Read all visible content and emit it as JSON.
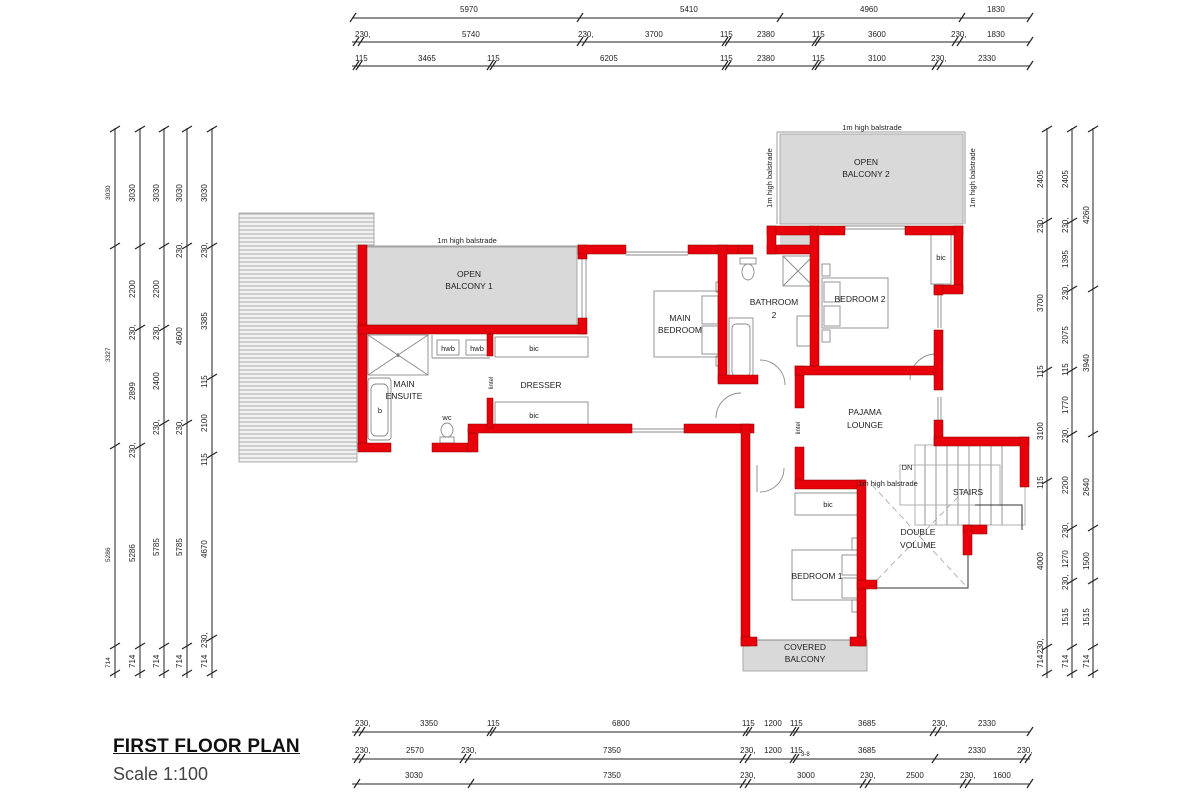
{
  "title": "FIRST FLOOR PLAN",
  "scale": "Scale 1:100",
  "colors": {
    "wall": "#e8000b",
    "balcony_fill": "#d9d9d9",
    "line": "#222222"
  },
  "rooms": {
    "open_balcony_1_a": "OPEN",
    "open_balcony_1_b": "BALCONY 1",
    "open_balcony_2_a": "OPEN",
    "open_balcony_2_b": "BALCONY 2",
    "main_bedroom_a": "MAIN",
    "main_bedroom_b": "BEDROOM",
    "bathroom_2_a": "BATHROOM",
    "bathroom_2_b": "2",
    "bedroom_2": "BEDROOM 2",
    "main_ensuite_a": "MAIN",
    "main_ensuite_b": "ENSUITE",
    "dresser": "DRESSER",
    "pajama_lounge_a": "PAJAMA",
    "pajama_lounge_b": "LOUNGE",
    "stairs": "STAIRS",
    "dn": "DN",
    "double_volume_a": "DOUBLE",
    "double_volume_b": "VOLUME",
    "bedroom_1": "BEDROOM 1",
    "covered_balcony_a": "COVERED",
    "covered_balcony_b": "BALCONY"
  },
  "fixtures": {
    "bic": "bic",
    "hwb": "hwb",
    "wc": "wc",
    "bath": "b",
    "lintel": "lintel",
    "s": "s"
  },
  "notes": {
    "balustrade": "1m high balstrade"
  },
  "dimensions": {
    "top": [
      [
        "5970",
        "5410",
        "4960",
        "1830"
      ],
      [
        "230,",
        "5740",
        "230,",
        "3700",
        "115",
        "2380",
        "115",
        "3600",
        "230,",
        "1830"
      ],
      [
        "115",
        "3465",
        "115",
        "6205",
        "115",
        "2380",
        "115",
        "3100",
        "230,",
        "2330"
      ]
    ],
    "bottom": [
      [
        "230,",
        "3350",
        "115",
        "6800",
        "115",
        "1200",
        "115",
        "3685",
        "230,",
        "2330"
      ],
      [
        "230,",
        "2570",
        "230,",
        "7350",
        "230,",
        "1200",
        "115",
        "3-8",
        "3685",
        "2330",
        "230,"
      ],
      [
        "3030",
        "7350",
        "230,",
        "3000",
        "230,",
        "2500",
        "230,",
        "1600"
      ]
    ],
    "left": [
      [
        "3030",
        "3327",
        "5286",
        "714"
      ],
      [
        "3030",
        "2200",
        "230,",
        "2899",
        "230,",
        "5286",
        "714"
      ],
      [
        "3030",
        "2200",
        "230,",
        "2400",
        "230,",
        "5785",
        "714"
      ],
      [
        "3030",
        "230,",
        "4600",
        "230,",
        "5785",
        "714"
      ],
      [
        "3030",
        "230,",
        "3385",
        "115",
        "2100",
        "115",
        "4670",
        "714",
        "230,"
      ]
    ],
    "right": [
      [
        "2405",
        "230,",
        "3700",
        "115",
        "3100",
        "115",
        "4000",
        "230,",
        "714"
      ],
      [
        "2405",
        "230,",
        "1395",
        "230,",
        "2075",
        "115",
        "1770",
        "230,",
        "2200",
        "230,",
        "1270",
        "230,",
        "1515",
        "714"
      ],
      [
        "4260",
        "3940",
        "2640",
        "1500",
        "1515",
        "714"
      ]
    ]
  }
}
